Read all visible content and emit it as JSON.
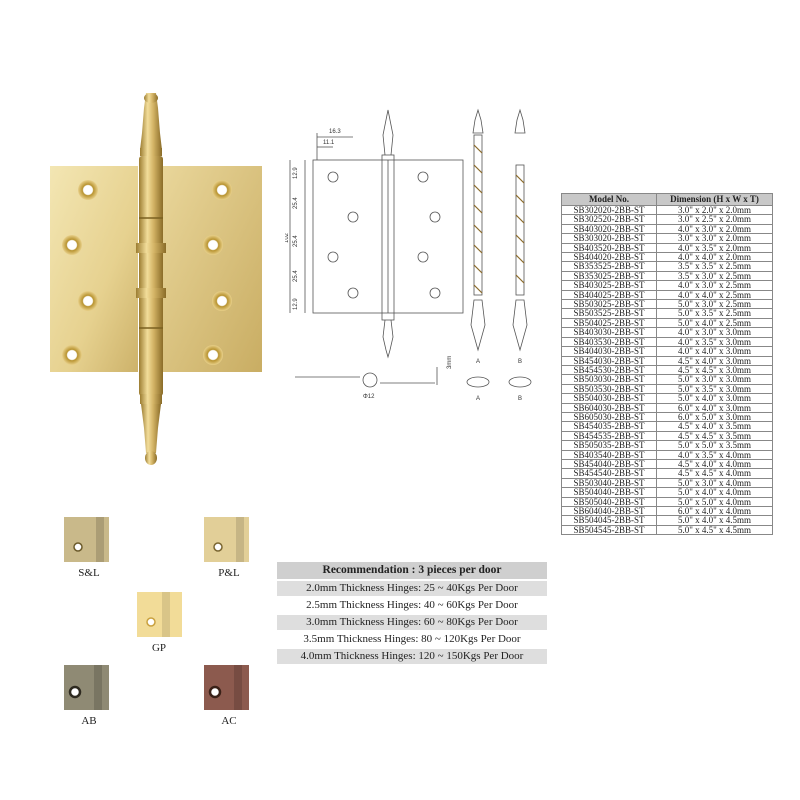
{
  "drawing": {
    "dim_top_wide": "16.3",
    "dim_top_narrow": "11.1",
    "dim_vertical_labels": [
      "12.9",
      "25.4",
      "25.4",
      "25.4",
      "12.9"
    ],
    "dim_height": "102",
    "dim_thickness": "3mm",
    "dim_knuckle": "Φ12",
    "variant_labels": [
      "A",
      "B",
      "A",
      "B"
    ]
  },
  "spec_table": {
    "headers": [
      "Model No.",
      "Dimension (H x W x T)"
    ],
    "rows": [
      [
        "SB302020-2BB-ST",
        "3.0\" x 2.0\" x 2.0mm"
      ],
      [
        "SB302520-2BB-ST",
        "3.0\" x 2.5\" x 2.0mm"
      ],
      [
        "SB403020-2BB-ST",
        "4.0\" x 3.0\" x 2.0mm"
      ],
      [
        "SB303020-2BB-ST",
        "3.0\" x 3.0\" x 2.0mm"
      ],
      [
        "SB403520-2BB-ST",
        "4.0\" x 3.5\" x 2.0mm"
      ],
      [
        "SB404020-2BB-ST",
        "4.0\" x 4.0\" x 2.0mm"
      ],
      [
        "SB353525-2BB-ST",
        "3.5\" x 3.5\" x 2.5mm"
      ],
      [
        "SB353025-2BB-ST",
        "3.5\" x 3.0\" x 2.5mm"
      ],
      [
        "SB403025-2BB-ST",
        "4.0\" x 3.0\" x 2.5mm"
      ],
      [
        "SB404025-2BB-ST",
        "4.0\" x 4.0\" x 2.5mm"
      ],
      [
        "SB503025-2BB-ST",
        "5.0\" x 3.0\" x 2.5mm"
      ],
      [
        "SB503525-2BB-ST",
        "5.0\" x 3.5\" x 2.5mm"
      ],
      [
        "SB504025-2BB-ST",
        "5.0\" x 4.0\" x 2.5mm"
      ],
      [
        "SB403030-2BB-ST",
        "4.0\" x 3.0\" x 3.0mm"
      ],
      [
        "SB403530-2BB-ST",
        "4.0\" x 3.5\" x 3.0mm"
      ],
      [
        "SB404030-2BB-ST",
        "4.0\" x 4.0\" x 3.0mm"
      ],
      [
        "SB454030-2BB-ST",
        "4.5\" x 4.0\" x 3.0mm"
      ],
      [
        "SB454530-2BB-ST",
        "4.5\" x 4.5\" x 3.0mm"
      ],
      [
        "SB503030-2BB-ST",
        "5.0\" x 3.0\" x 3.0mm"
      ],
      [
        "SB503530-2BB-ST",
        "5.0\" x 3.5\" x 3.0mm"
      ],
      [
        "SB504030-2BB-ST",
        "5.0\" x 4.0\" x 3.0mm"
      ],
      [
        "SB604030-2BB-ST",
        "6.0\" x 4.0\" x 3.0mm"
      ],
      [
        "SB605030-2BB-ST",
        "6.0\" x 5.0\" x 3.0mm"
      ],
      [
        "SB454035-2BB-ST",
        "4.5\" x 4.0\" x 3.5mm"
      ],
      [
        "SB454535-2BB-ST",
        "4.5\" x 4.5\" x 3.5mm"
      ],
      [
        "SB505035-2BB-ST",
        "5.0\" x 5.0\" x 3.5mm"
      ],
      [
        "SB403540-2BB-ST",
        "4.0\" x 3.5\" x 4.0mm"
      ],
      [
        "SB454040-2BB-ST",
        "4.5\" x 4.0\" x 4.0mm"
      ],
      [
        "SB454540-2BB-ST",
        "4.5\" x 4.5\" x 4.0mm"
      ],
      [
        "SB503040-2BB-ST",
        "5.0\" x 3.0\" x 4.0mm"
      ],
      [
        "SB504040-2BB-ST",
        "5.0\" x 4.0\" x 4.0mm"
      ],
      [
        "SB505040-2BB-ST",
        "5.0\" x 5.0\" x 4.0mm"
      ],
      [
        "SB604040-2BB-ST",
        "6.0\" x 4.0\" x 4.0mm"
      ],
      [
        "SB504045-2BB-ST",
        "5.0\" x 4.0\" x 4.5mm"
      ],
      [
        "SB504545-2BB-ST",
        "5.0\" x 4.5\" x 4.5mm"
      ]
    ]
  },
  "finishes": [
    {
      "code": "S&L",
      "color": "#c9b98a",
      "hole": "#6b5a2a"
    },
    {
      "code": "P&L",
      "color": "#e2cf98",
      "hole": "#7a6530"
    },
    {
      "code": "GP",
      "color": "#f2dc98",
      "hole": "#c9a13f"
    },
    {
      "code": "AB",
      "color": "#8f8a74",
      "hole": "#2e2a20"
    },
    {
      "code": "AC",
      "color": "#8c5a4e",
      "hole": "#3a2118"
    }
  ],
  "recommendation": {
    "title": "Recommendation : 3 pieces per door",
    "rows": [
      "2.0mm Thickness Hinges: 25 ~ 40Kgs Per Door",
      "2.5mm Thickness Hinges: 40 ~ 60Kgs Per Door",
      "3.0mm Thickness Hinges: 60 ~ 80Kgs Per Door",
      "3.5mm Thickness Hinges: 80 ~ 120Kgs Per Door",
      "4.0mm Thickness Hinges: 120 ~ 150Kgs Per Door"
    ]
  },
  "colors": {
    "brass_light": "#efe0a8",
    "brass_mid": "#d9c27a",
    "brass_dark": "#a8893a",
    "line": "#555555"
  }
}
